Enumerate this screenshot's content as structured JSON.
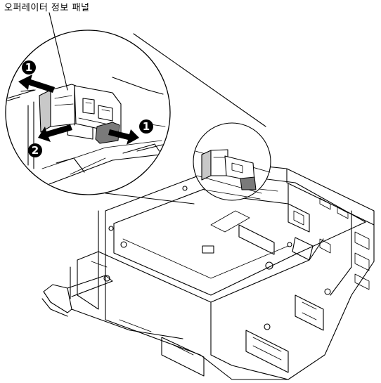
{
  "callout_label": "오퍼레이터 정보 패널",
  "badges": {
    "step_1_left": "1",
    "step_1_right": "1",
    "step_2": "2"
  }
}
